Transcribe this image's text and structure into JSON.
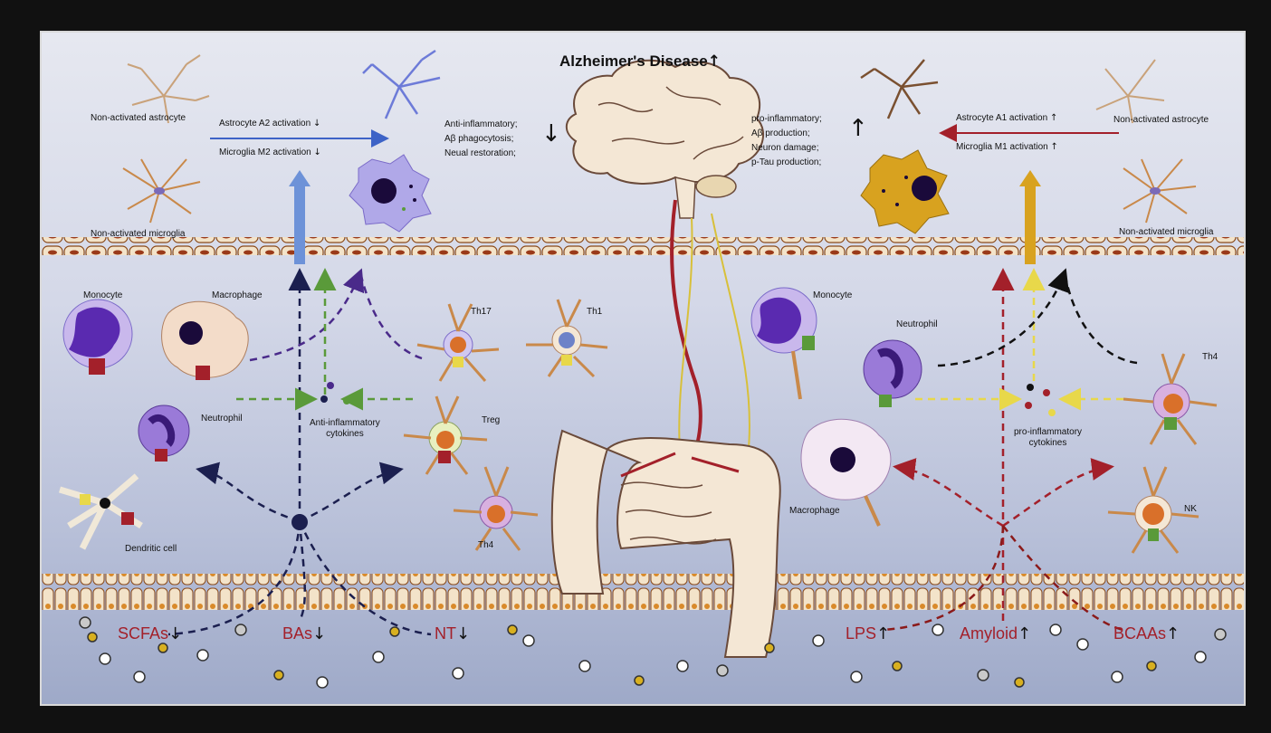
{
  "title": "Alzheimer's Disease",
  "title_arrow": "↑",
  "left_top": {
    "astro_label": "Non-activated astrocyte",
    "astro_a2": "Astrocyte A2 activation",
    "micro_m2": "Microglia M2 activation",
    "micro_label": "Non-activated microglia",
    "down": "↓",
    "effects": [
      "Anti-inflammatory;",
      "Aβ phagocytosis;",
      "Neual restoration;"
    ]
  },
  "right_top": {
    "effects": [
      "pro-inflammatory;",
      "Aβ production;",
      "Neuron damage;",
      "p-Tau production;"
    ],
    "astro_a1": "Astrocyte A1 activation",
    "micro_m1": "Microglia M1 activation",
    "astro_label": "Non-activated astrocyte",
    "micro_label": "Non-activated microglia",
    "up": "↑"
  },
  "left_cells": {
    "monocyte": "Monocyte",
    "macrophage": "Macrophage",
    "th17": "Th17",
    "th1": "Th1",
    "neutrophil": "Neutrophil",
    "treg": "Treg",
    "cytokines": [
      "Anti-inflammatory",
      "cytokines"
    ],
    "dendritic": "Dendritic cell",
    "th4": "Th4"
  },
  "right_cells": {
    "monocyte": "Monocyte",
    "neutrophil": "Neutrophil",
    "th4": "Th4",
    "cytokines": [
      "pro-inflammatory",
      "cytokines"
    ],
    "macrophage": "Macrophage",
    "nk": "NK"
  },
  "metabolites_left": [
    "SCFAs",
    "BAs",
    "NT"
  ],
  "metabolites_right": [
    "LPS",
    "Amyloid",
    "BCAAs"
  ],
  "colors": {
    "anti": "#3d63c7",
    "pro": "#a3202a",
    "gold": "#d8a21f",
    "navy": "#1b1f4f",
    "purple": "#4a2a8a",
    "green": "#5a9a3a",
    "yellow": "#e8d84a"
  }
}
